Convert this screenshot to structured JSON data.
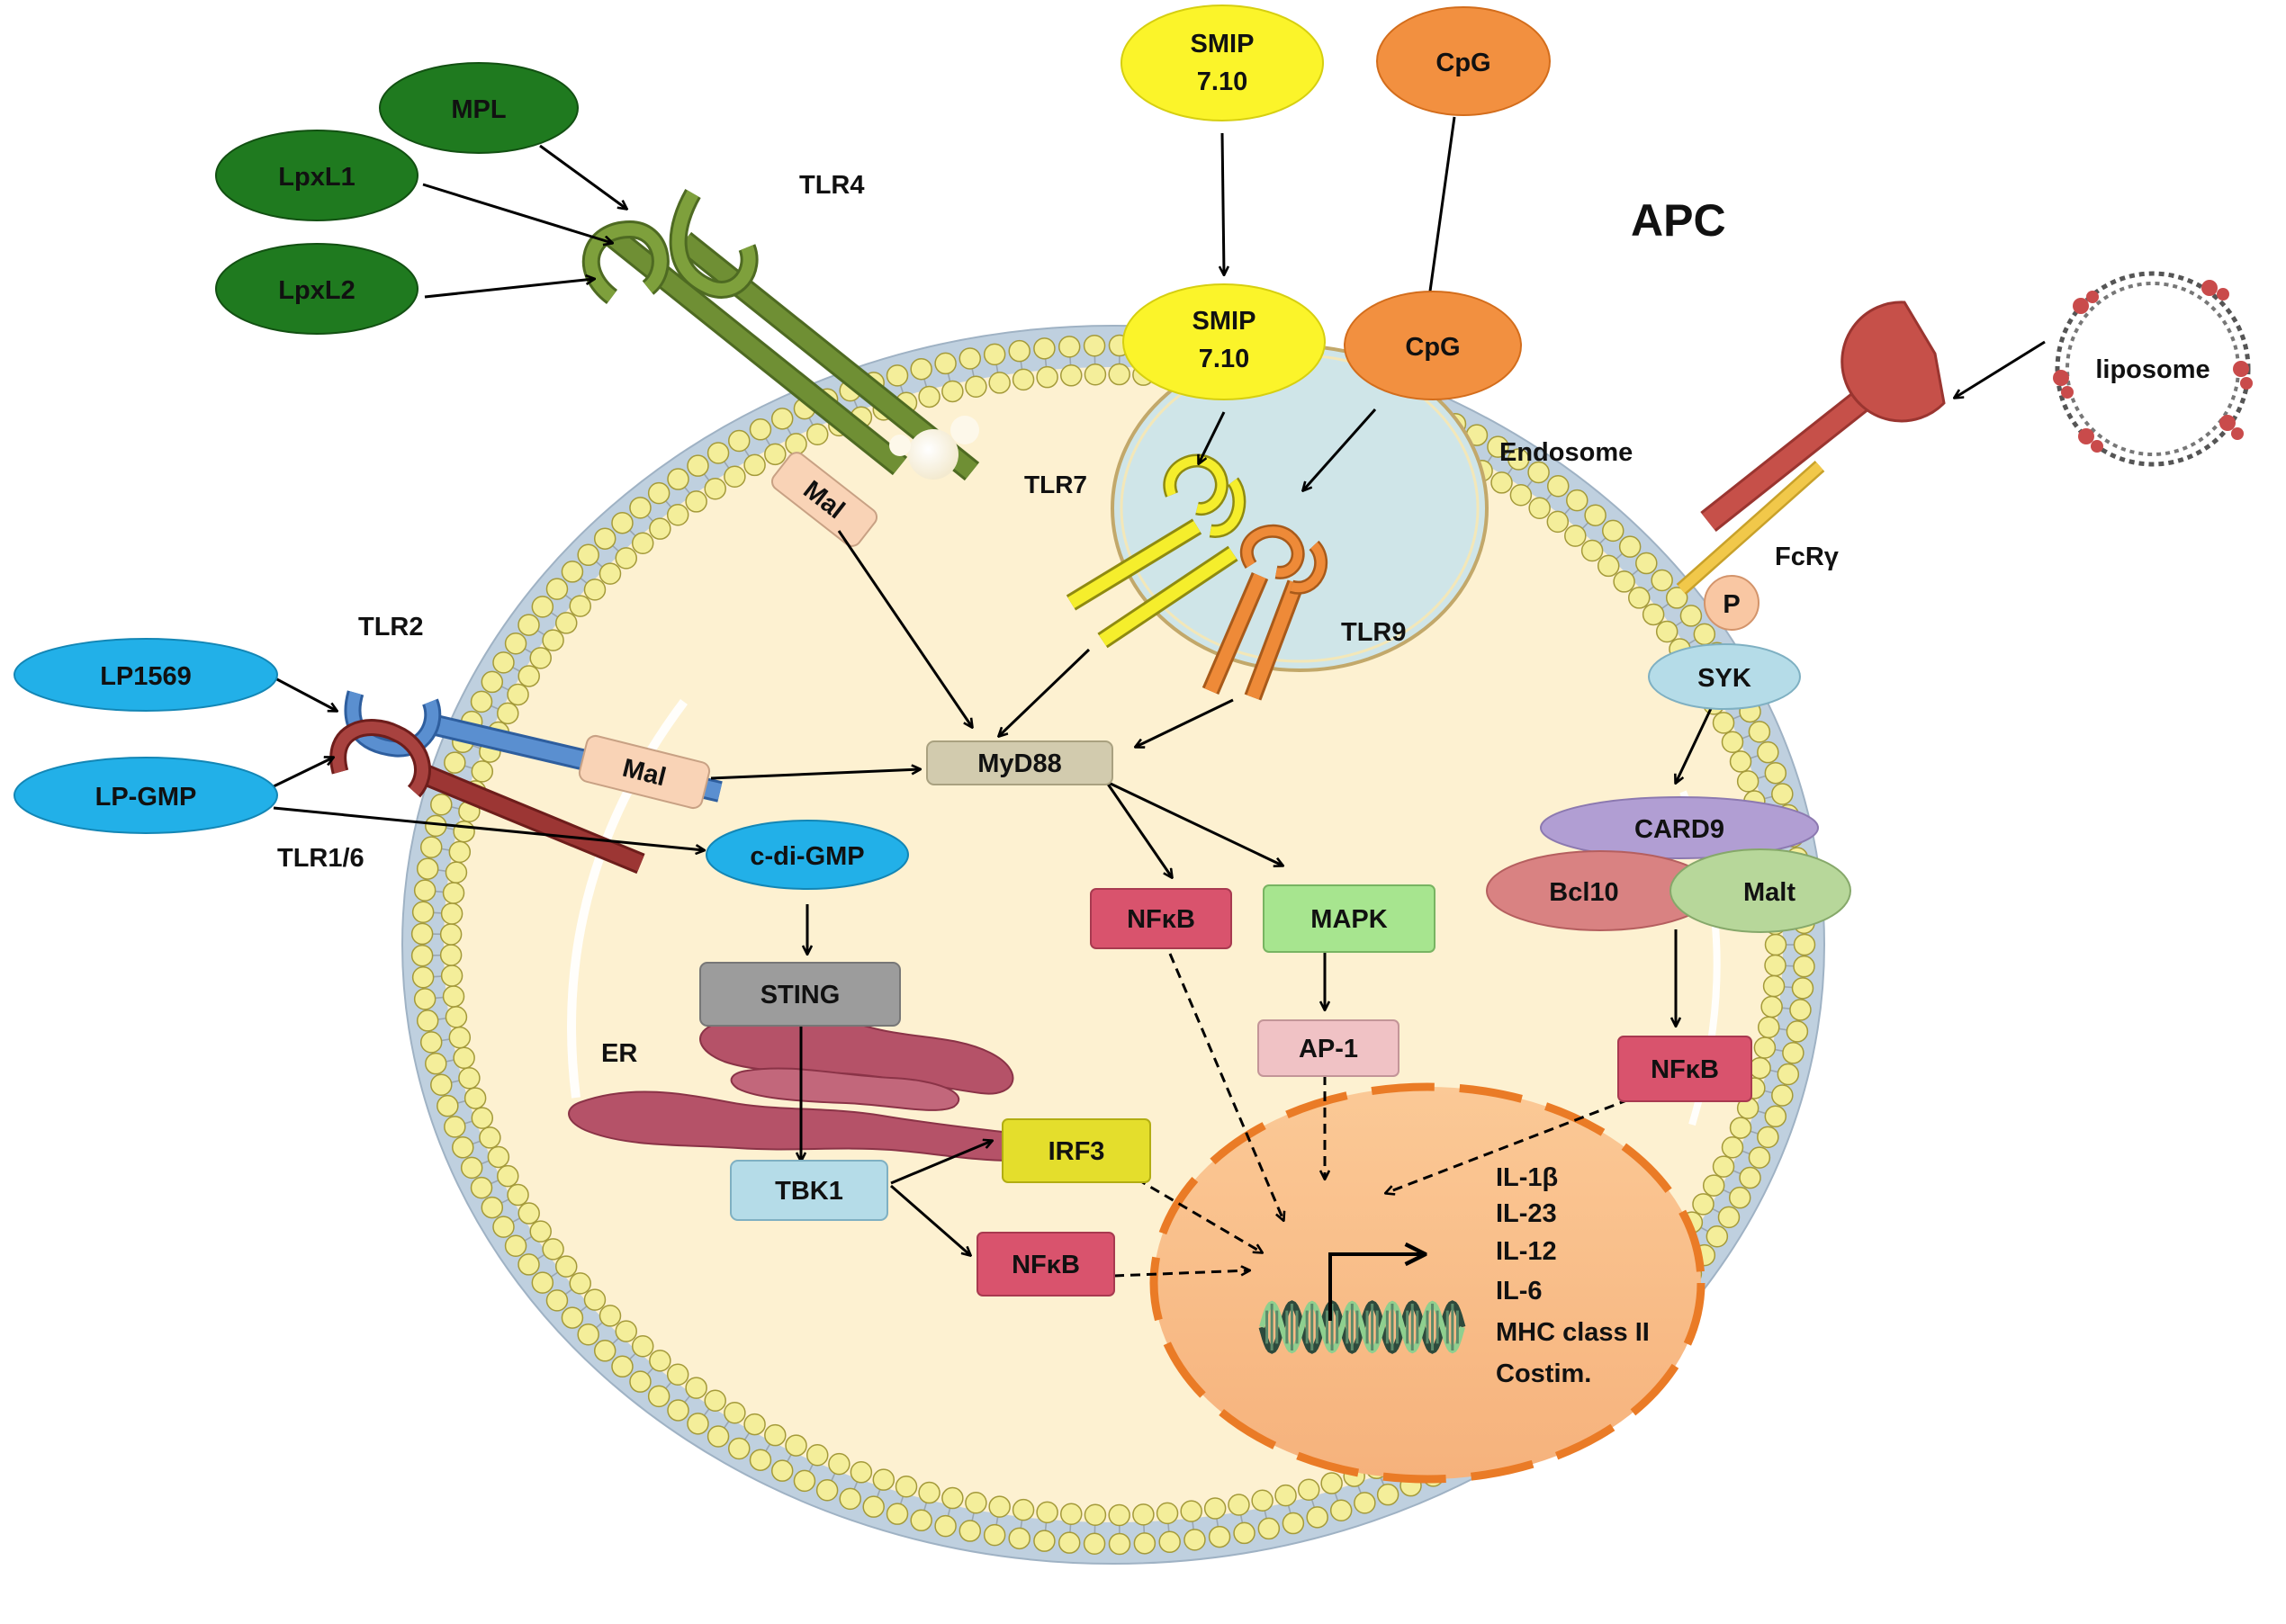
{
  "cell_label": "APC",
  "ligands": {
    "mpl": "MPL",
    "lpxl1": "LpxL1",
    "lpxl2": "LpxL2",
    "lp1569": "LP1569",
    "lp_gmp": "LP-GMP",
    "smip_out": "SMIP 7.10",
    "cpg_out": "CpG",
    "smip_in": "SMIP 7.10",
    "cpg_in": "CpG",
    "liposome": "liposome",
    "c_di_gmp": "c-di-GMP"
  },
  "receptors": {
    "tlr4": "TLR4",
    "tlr2": "TLR2",
    "tlr16": "TLR1/6",
    "tlr7": "TLR7",
    "tlr9": "TLR9",
    "fcr": "FcRγ"
  },
  "compartments": {
    "endosome": "Endosome",
    "er": "ER"
  },
  "adaptors": {
    "mal_tlr4": "Mal",
    "mal_tlr2": "Mal",
    "myd88": "MyD88",
    "p": "P",
    "syk": "SYK",
    "card9": "CARD9",
    "bcl10": "Bcl10",
    "malt": "Malt",
    "sting": "STING",
    "tbk1": "TBK1"
  },
  "factors": {
    "nfkb_myd88": "NFκB",
    "mapk": "MAPK",
    "ap1": "AP-1",
    "nfkb_card9": "NFκB",
    "irf3": "IRF3",
    "nfkb_tbk1": "NFκB"
  },
  "nucleus_outputs": [
    "IL-1β",
    "IL-23",
    "IL-12",
    "IL-6",
    "MHC class II",
    "Costim."
  ],
  "colors": {
    "membrane_head": "#f4ee9a",
    "cytoplasm": "#fdf1d1",
    "nucleus": "#f9bf8b",
    "nucleus_border": "#ea7b26",
    "endosome": "#cfe5e8",
    "tlr4": "#6f8f34",
    "tlr7": "#f5ee2c",
    "tlr9": "#ee8a38",
    "tlr2": "#5a8fd0",
    "tlr16": "#9c3634",
    "fc_receptor": "#c65049",
    "nfkb": "#d9536d",
    "mapk": "#a7e58f",
    "sting": "#9c9c9c",
    "tbk1": "#b5dce8",
    "irf3": "#e4de2c",
    "er": "#b55268",
    "myd88": "#d2cbae",
    "ligand_green": "#1f7a1f",
    "ligand_blue": "#22b0e8",
    "ligand_yellow": "#fbf42a",
    "ligand_orange": "#f29040"
  }
}
